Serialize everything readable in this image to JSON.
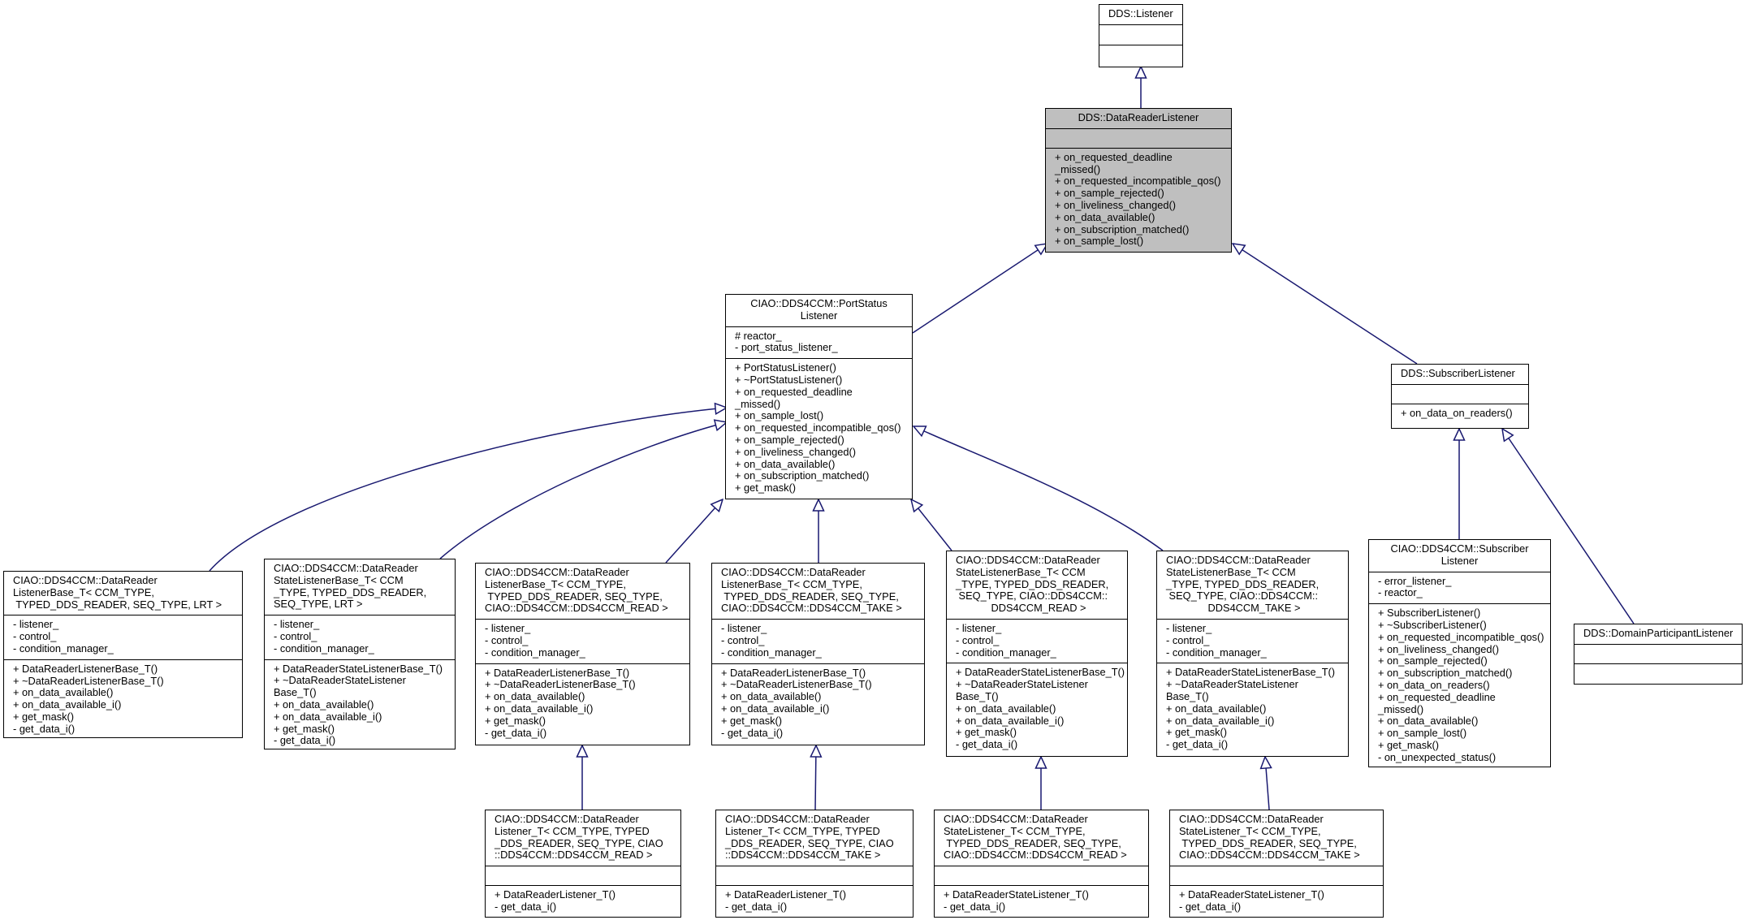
{
  "colors": {
    "edge": "#191970",
    "highlight": "#bfbfbf"
  },
  "nodes": {
    "listener": {
      "title": [
        "DDS::Listener"
      ],
      "attributes": [],
      "methods": []
    },
    "data_reader_listener": {
      "title": [
        "DDS::DataReaderListener"
      ],
      "attributes": [],
      "methods": [
        "+ on_requested_deadline",
        "_missed()",
        "+ on_requested_incompatible_qos()",
        "+ on_sample_rejected()",
        "+ on_liveliness_changed()",
        "+ on_data_available()",
        "+ on_subscription_matched()",
        "+ on_sample_lost()"
      ]
    },
    "port_status_listener": {
      "title": [
        "CIAO::DDS4CCM::PortStatus",
        "Listener"
      ],
      "attributes": [
        "# reactor_",
        "- port_status_listener_"
      ],
      "methods": [
        "+ PortStatusListener()",
        "+ ~PortStatusListener()",
        "+ on_requested_deadline",
        "_missed()",
        "+ on_sample_lost()",
        "+ on_requested_incompatible_qos()",
        "+ on_sample_rejected()",
        "+ on_liveliness_changed()",
        "+ on_data_available()",
        "+ on_subscription_matched()",
        "+ get_mask()"
      ]
    },
    "subscriber_listener": {
      "title": [
        "DDS::SubscriberListener"
      ],
      "attributes": [],
      "methods": [
        "+ on_data_on_readers()"
      ]
    },
    "drl_base_lrt": {
      "title": [
        "CIAO::DDS4CCM::DataReader",
        "ListenerBase_T< CCM_TYPE,",
        " TYPED_DDS_READER, SEQ_TYPE, LRT >"
      ],
      "attributes": [
        "- listener_",
        "- control_",
        "- condition_manager_"
      ],
      "methods": [
        "+ DataReaderListenerBase_T()",
        "+ ~DataReaderListenerBase_T()",
        "+ on_data_available()",
        "+ on_data_available_i()",
        "+ get_mask()",
        "- get_data_i()"
      ]
    },
    "drsl_base_lrt": {
      "title": [
        "CIAO::DDS4CCM::DataReader",
        "StateListenerBase_T< CCM",
        "_TYPE, TYPED_DDS_READER,",
        "SEQ_TYPE, LRT >"
      ],
      "attributes": [
        "- listener_",
        "- control_",
        "- condition_manager_"
      ],
      "methods": [
        "+ DataReaderStateListenerBase_T()",
        "+ ~DataReaderStateListener",
        "Base_T()",
        "+ on_data_available()",
        "+ on_data_available_i()",
        "+ get_mask()",
        "- get_data_i()"
      ]
    },
    "drl_base_read": {
      "title": [
        "CIAO::DDS4CCM::DataReader",
        "ListenerBase_T< CCM_TYPE,",
        " TYPED_DDS_READER, SEQ_TYPE,",
        "CIAO::DDS4CCM::DDS4CCM_READ >"
      ],
      "attributes": [
        "- listener_",
        "- control_",
        "- condition_manager_"
      ],
      "methods": [
        "+ DataReaderListenerBase_T()",
        "+ ~DataReaderListenerBase_T()",
        "+ on_data_available()",
        "+ on_data_available_i()",
        "+ get_mask()",
        "- get_data_i()"
      ]
    },
    "drl_base_take": {
      "title": [
        "CIAO::DDS4CCM::DataReader",
        "ListenerBase_T< CCM_TYPE,",
        " TYPED_DDS_READER, SEQ_TYPE,",
        "CIAO::DDS4CCM::DDS4CCM_TAKE >"
      ],
      "attributes": [
        "- listener_",
        "- control_",
        "- condition_manager_"
      ],
      "methods": [
        "+ DataReaderListenerBase_T()",
        "+ ~DataReaderListenerBase_T()",
        "+ on_data_available()",
        "+ on_data_available_i()",
        "+ get_mask()",
        "- get_data_i()"
      ]
    },
    "drsl_base_read": {
      "title": [
        "CIAO::DDS4CCM::DataReader",
        "StateListenerBase_T< CCM",
        "_TYPE, TYPED_DDS_READER,",
        " SEQ_TYPE, CIAO::DDS4CCM::",
        "DDS4CCM_READ >"
      ],
      "attributes": [
        "- listener_",
        "- control_",
        "- condition_manager_"
      ],
      "methods": [
        "+ DataReaderStateListenerBase_T()",
        "+ ~DataReaderStateListener",
        "Base_T()",
        "+ on_data_available()",
        "+ on_data_available_i()",
        "+ get_mask()",
        "- get_data_i()"
      ]
    },
    "drsl_base_take": {
      "title": [
        "CIAO::DDS4CCM::DataReader",
        "StateListenerBase_T< CCM",
        "_TYPE, TYPED_DDS_READER,",
        " SEQ_TYPE, CIAO::DDS4CCM::",
        "DDS4CCM_TAKE >"
      ],
      "attributes": [
        "- listener_",
        "- control_",
        "- condition_manager_"
      ],
      "methods": [
        "+ DataReaderStateListenerBase_T()",
        "+ ~DataReaderStateListener",
        "Base_T()",
        "+ on_data_available()",
        "+ on_data_available_i()",
        "+ get_mask()",
        "- get_data_i()"
      ]
    },
    "ciao_subscriber_listener": {
      "title": [
        "CIAO::DDS4CCM::Subscriber",
        "Listener"
      ],
      "attributes": [
        "- error_listener_",
        "- reactor_"
      ],
      "methods": [
        "+ SubscriberListener()",
        "+ ~SubscriberListener()",
        "+ on_requested_incompatible_qos()",
        "+ on_liveliness_changed()",
        "+ on_sample_rejected()",
        "+ on_subscription_matched()",
        "+ on_data_on_readers()",
        "+ on_requested_deadline",
        "_missed()",
        "+ on_data_available()",
        "+ on_sample_lost()",
        "+ get_mask()",
        "- on_unexpected_status()"
      ]
    },
    "domain_participant_listener": {
      "title": [
        "DDS::DomainParticipantListener"
      ],
      "attributes": [],
      "methods": []
    },
    "drl_read": {
      "title": [
        "CIAO::DDS4CCM::DataReader",
        "Listener_T< CCM_TYPE, TYPED",
        "_DDS_READER, SEQ_TYPE, CIAO",
        "::DDS4CCM::DDS4CCM_READ >"
      ],
      "attributes": [],
      "methods": [
        "+ DataReaderListener_T()",
        "- get_data_i()"
      ]
    },
    "drl_take": {
      "title": [
        "CIAO::DDS4CCM::DataReader",
        "Listener_T< CCM_TYPE, TYPED",
        "_DDS_READER, SEQ_TYPE, CIAO",
        "::DDS4CCM::DDS4CCM_TAKE >"
      ],
      "attributes": [],
      "methods": [
        "+ DataReaderListener_T()",
        "- get_data_i()"
      ]
    },
    "drsl_read": {
      "title": [
        "CIAO::DDS4CCM::DataReader",
        "StateListener_T< CCM_TYPE,",
        " TYPED_DDS_READER, SEQ_TYPE,",
        "CIAO::DDS4CCM::DDS4CCM_READ >"
      ],
      "attributes": [],
      "methods": [
        "+ DataReaderStateListener_T()",
        "- get_data_i()"
      ]
    },
    "drsl_take": {
      "title": [
        "CIAO::DDS4CCM::DataReader",
        "StateListener_T< CCM_TYPE,",
        " TYPED_DDS_READER, SEQ_TYPE,",
        "CIAO::DDS4CCM::DDS4CCM_TAKE >"
      ],
      "attributes": [],
      "methods": [
        "+ DataReaderStateListener_T()",
        "- get_data_i()"
      ]
    }
  },
  "edges": [
    {
      "from": "data_reader_listener",
      "to": "listener"
    },
    {
      "from": "port_status_listener",
      "to": "data_reader_listener"
    },
    {
      "from": "subscriber_listener",
      "to": "data_reader_listener"
    },
    {
      "from": "drl_base_lrt",
      "to": "port_status_listener"
    },
    {
      "from": "drsl_base_lrt",
      "to": "port_status_listener"
    },
    {
      "from": "drl_base_read",
      "to": "port_status_listener"
    },
    {
      "from": "drl_base_take",
      "to": "port_status_listener"
    },
    {
      "from": "drsl_base_read",
      "to": "port_status_listener"
    },
    {
      "from": "drsl_base_take",
      "to": "port_status_listener"
    },
    {
      "from": "ciao_subscriber_listener",
      "to": "subscriber_listener"
    },
    {
      "from": "domain_participant_listener",
      "to": "subscriber_listener"
    },
    {
      "from": "drl_read",
      "to": "drl_base_read"
    },
    {
      "from": "drl_take",
      "to": "drl_base_take"
    },
    {
      "from": "drsl_read",
      "to": "drsl_base_read"
    },
    {
      "from": "drsl_take",
      "to": "drsl_base_take"
    }
  ]
}
